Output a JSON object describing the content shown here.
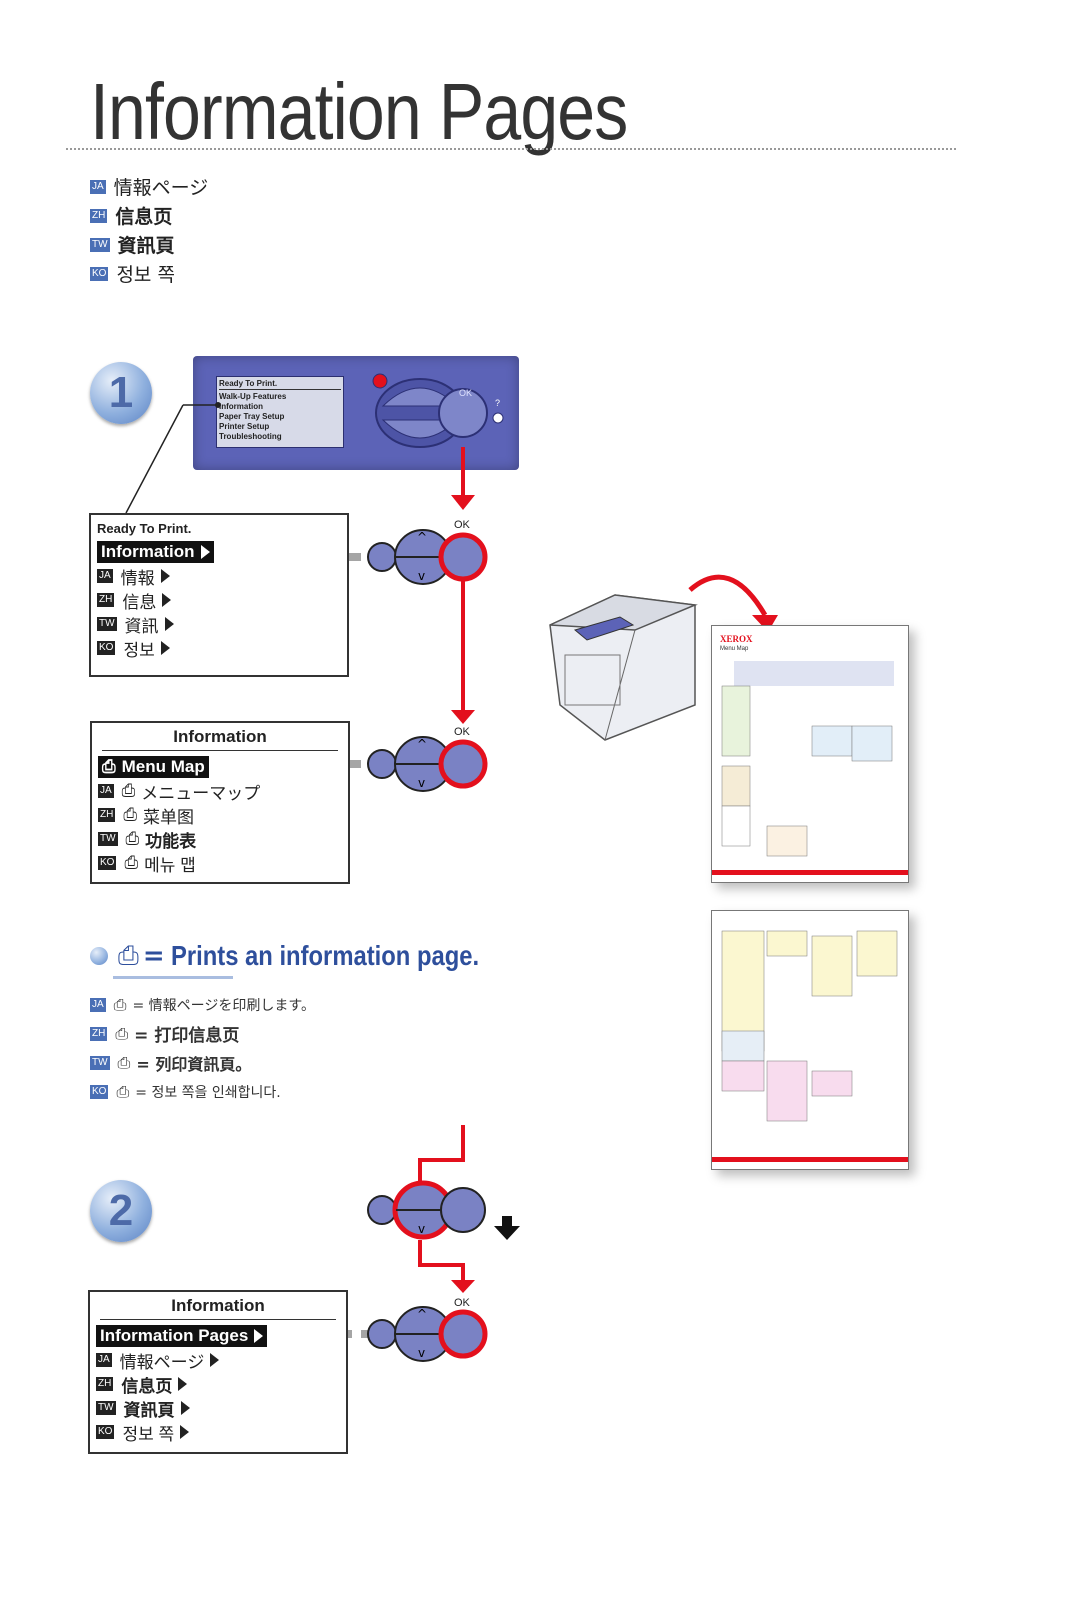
{
  "header": {
    "title": "Information Pages",
    "translations": [
      {
        "tag": "JA",
        "text": "情報ページ"
      },
      {
        "tag": "ZH",
        "text": "信息页"
      },
      {
        "tag": "TW",
        "text": "資訊頁"
      },
      {
        "tag": "KO",
        "text": "정보 쪽"
      }
    ]
  },
  "step1": {
    "number": "1",
    "panel": {
      "lcd_lines": [
        "Ready To Print.",
        "Walk-Up Features",
        "Information",
        "Paper Tray Setup",
        "Printer Setup",
        "Troubleshooting"
      ],
      "ok_label": "OK",
      "help_label": "?"
    },
    "screen1": {
      "header": "Ready To Print.",
      "selected": "Information",
      "items": [
        {
          "tag": "JA",
          "text": "情報"
        },
        {
          "tag": "ZH",
          "text": "信息"
        },
        {
          "tag": "TW",
          "text": "資訊"
        },
        {
          "tag": "KO",
          "text": "정보"
        }
      ],
      "ok_label": "OK"
    },
    "screen2": {
      "header": "Information",
      "selected": "Menu Map",
      "items": [
        {
          "tag": "JA",
          "text": "メニューマップ"
        },
        {
          "tag": "ZH",
          "text": "菜单图"
        },
        {
          "tag": "TW",
          "text": "功能表"
        },
        {
          "tag": "KO",
          "text": "메뉴 맵"
        }
      ],
      "ok_label": "OK"
    }
  },
  "prints_note": {
    "equals": "=",
    "text": "Prints an information page.",
    "translations": [
      {
        "tag": "JA",
        "text": "= 情報ページを印刷します。"
      },
      {
        "tag": "ZH",
        "text": "= 打印信息页"
      },
      {
        "tag": "TW",
        "text": "= 列印資訊頁。"
      },
      {
        "tag": "KO",
        "text": "= 정보 쪽을 인쇄합니다."
      }
    ]
  },
  "menu_map_sheet": {
    "brand": "XEROX",
    "title": "Menu Map"
  },
  "step2": {
    "number": "2",
    "screen": {
      "header": "Information",
      "selected": "Information Pages",
      "items": [
        {
          "tag": "JA",
          "text": "情報ページ"
        },
        {
          "tag": "ZH",
          "text": "信息页"
        },
        {
          "tag": "TW",
          "text": "資訊頁"
        },
        {
          "tag": "KO",
          "text": "정보 쪽"
        }
      ],
      "ok_label": "OK"
    }
  },
  "colors": {
    "accent_red": "#e3101d",
    "button_blue": "#7a82c4",
    "panel_blue": "#5c63b7",
    "title_blue": "#2e4f9c",
    "dash_gray": "#a5a5a5"
  }
}
